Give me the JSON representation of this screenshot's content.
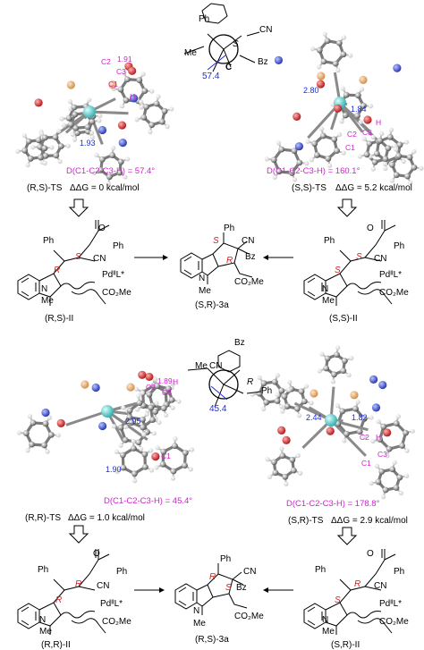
{
  "panels": {
    "rs": {
      "ts_label": "(R,S)-TS",
      "dG": "ΔΔG = 0 kcal/mol",
      "dihedral": "D(C1-C2-C3-H) = 57.4°",
      "dist_a": "1.91",
      "dist_b": "1.93",
      "newman_angle": "57.4",
      "atoms": [
        "C2",
        "C3",
        "C1",
        "H"
      ],
      "intermediate": "(R,S)-II"
    },
    "ss": {
      "ts_label": "(S,S)-TS",
      "dG": "ΔΔG = 5.2 kcal/mol",
      "dihedral": "D(C1-C2-C3-H) = 160.1°",
      "dist_a": "2.80",
      "dist_b": "1.84",
      "atoms": [
        "C2",
        "C3",
        "C1",
        "H"
      ],
      "intermediate": "(S,S)-II"
    },
    "rr": {
      "ts_label": "(R,R)-TS",
      "dG": "ΔΔG = 1.0 kcal/mol",
      "dihedral": "D(C1-C2-C3-H) = 45.4°",
      "dist_a": "1.89",
      "dist_b": "2.95",
      "dist_c": "1.90",
      "newman_angle": "45.4",
      "atoms": [
        "C2",
        "C3",
        "H",
        "C1"
      ],
      "intermediate": "(R,R)-II"
    },
    "sr": {
      "ts_label": "(S,R)-TS",
      "dG": "ΔΔG = 2.9 kcal/mol",
      "dihedral": "D(C1-C2-C3-H) = 178.8°",
      "dist_a": "2.44",
      "dist_b": "1.82",
      "atoms": [
        "C2",
        "H",
        "C1",
        "C3"
      ],
      "intermediate": "(S,R)-II"
    }
  },
  "products": {
    "top": "(S,R)-3a",
    "bottom": "(R,S)-3a"
  },
  "chem_labels": {
    "Ph": "Ph",
    "CN": "CN",
    "Bz": "Bz",
    "Me": "Me",
    "N": "N",
    "CO2Me": "CO₂Me",
    "Pd": "PdᴵᴵL*",
    "O": "O",
    "R": "R",
    "S": "S"
  },
  "colors": {
    "accent": "#d21fd2",
    "blue": "#1f2fd8",
    "stereo": "#e01a1a",
    "pd": "#3fc7c7",
    "p": "#e8a868",
    "o": "#d21c1c",
    "n": "#2a3fd0"
  }
}
